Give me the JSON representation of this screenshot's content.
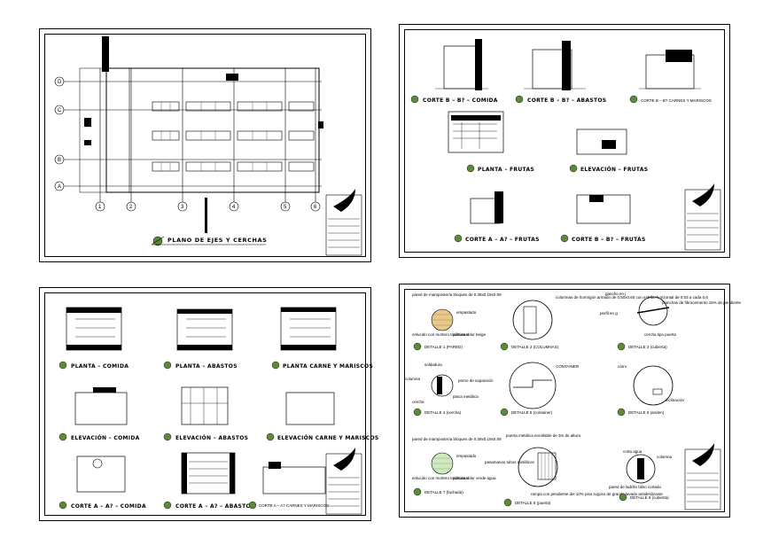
{
  "sheets": {
    "axes": {
      "title": "PLANO DE EJES Y CERCHAS",
      "row_axes": [
        "D",
        "C",
        "B",
        "A"
      ],
      "col_axes": [
        "1",
        "2",
        "3",
        "4",
        "5",
        "6"
      ]
    },
    "sections": {
      "titles": [
        "CORTE B – B? – COMIDA",
        "CORTE B – B? – ABASTOS",
        "CORTE B – B? CARNES Y MARISCOS",
        "PLANTA – FRUTAS",
        "ELEVACIÓN – FRUTAS",
        "CORTE A – A? – FRUTAS",
        "CORTE B – B? – FRUTAS"
      ]
    },
    "plans": {
      "titles": [
        "PLANTA – COMIDA",
        "PLANTA – ABASTOS",
        "PLANTA CARNE Y MARISCOS",
        "ELEVACIÓN – COMIDA",
        "ELEVACIÓN – ABASTOS",
        "ELEVACIÓN CARNE Y MARISCOS",
        "CORTE A – A? – COMIDA",
        "CORTE A – A? – ABASTOS",
        "CORTE A – A? CARNES Y MARISCOS"
      ]
    },
    "details": {
      "titles": [
        "DETALLE 1 (PARED)",
        "DETALLE 2 (COLUMNAS)",
        "DETALLE 3 (cubierta)",
        "DETALLE 4 (cercha)",
        "DETALLE 5 (container)",
        "DETALLE 6 (anden)",
        "DETALLE 7 (fachada)",
        "DETALLE 8 (puerta)",
        "DETALLE 9 (cubierta)"
      ],
      "notes": {
        "d1_wall": "pared de mampostería bloques de 0.39x0.19x0.09",
        "d1_empastado": "empastado",
        "d1_enlucido": "enlucido con mortero tradicional",
        "d1_pintura": "pintura color beige",
        "d2_columnas": "columnas de hormigón armado de 0.50x0.60 con estribo horizontal de 0.03 a cada 0.6",
        "d3_gancho": "gancho en j",
        "d3_perfil": "perfil en g",
        "d3_planchas": "planchas de fibrocemento 15% de pendiente",
        "d3_cercha": "cercha tipo puerta",
        "d4_soldadura": "soldadura",
        "d4_columna": "columna",
        "d4_perno": "perno de expansión",
        "d4_cercha": "cercha",
        "d4_placa": "placa metálica",
        "d5_container": "CONTAINER",
        "d6_carro": "carro",
        "d6_inclinacion": "inclinación",
        "d7_wall": "pared de mampostería bloques de 0.39x0.19x0.09",
        "d7_empastado": "empastado",
        "d7_enlucido": "enlucido con mortero tradicional",
        "d7_pintura": "pintura color verde agua",
        "d8_puerta": "puerta metálica enrollable de 3m de altura",
        "d8_pasamanos": "pasamanos tubos metálicos",
        "d8_rampa": "rampa con pendiente del 10% piso rugoso de granito lavado antideslizante",
        "d9_corta": "corta agua",
        "d9_columna": "columna",
        "d9_pared": "pared de ladrillo falso cortado"
      }
    }
  },
  "colors": {
    "ink": "#000000",
    "paper": "#ffffff",
    "logo_green": "#5a8a3a",
    "brick": "#e8c98a",
    "wall_green": "#cfe8c0"
  }
}
